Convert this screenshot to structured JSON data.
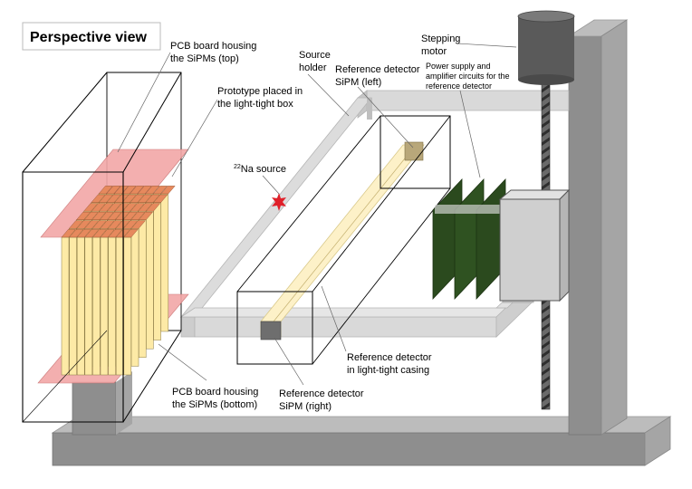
{
  "title": "Perspective view",
  "labels": {
    "pcb_top_line1": "PCB board housing",
    "pcb_top_line2": "the SiPMs (top)",
    "prototype_line1": "Prototype placed in",
    "prototype_line2": "the light-tight box",
    "source_holder_line1": "Source",
    "source_holder_line2": "holder",
    "na_source_sup": "22",
    "na_source_text": "Na source",
    "ref_left_line1": "Reference detector",
    "ref_left_line2": "SiPM (left)",
    "power_line1": "Power supply and",
    "power_line2": "amplifier circuits for the",
    "power_line3": "reference detector",
    "stepping_line1": "Stepping",
    "stepping_line2": "motor",
    "ref_casing_line1": "Reference detector",
    "ref_casing_line2": "in light-tight casing",
    "pcb_bottom_line1": "PCB board housing",
    "pcb_bottom_line2": "the SiPMs (bottom)",
    "ref_right_line1": "Reference detector",
    "ref_right_line2": "SiPM (right)"
  },
  "colors": {
    "frame_gray": "#8c8c8c",
    "frame_light": "#bdbdbd",
    "holder_gray": "#d2d2d2",
    "pcb_pink": "#f2a7a7",
    "crystal_yellow": "#fdeaa6",
    "crystal_top": "#e6895d",
    "pcb_green": "#2b4a1e",
    "motor_gray": "#5a5a5a",
    "source_red": "#e0202a"
  }
}
